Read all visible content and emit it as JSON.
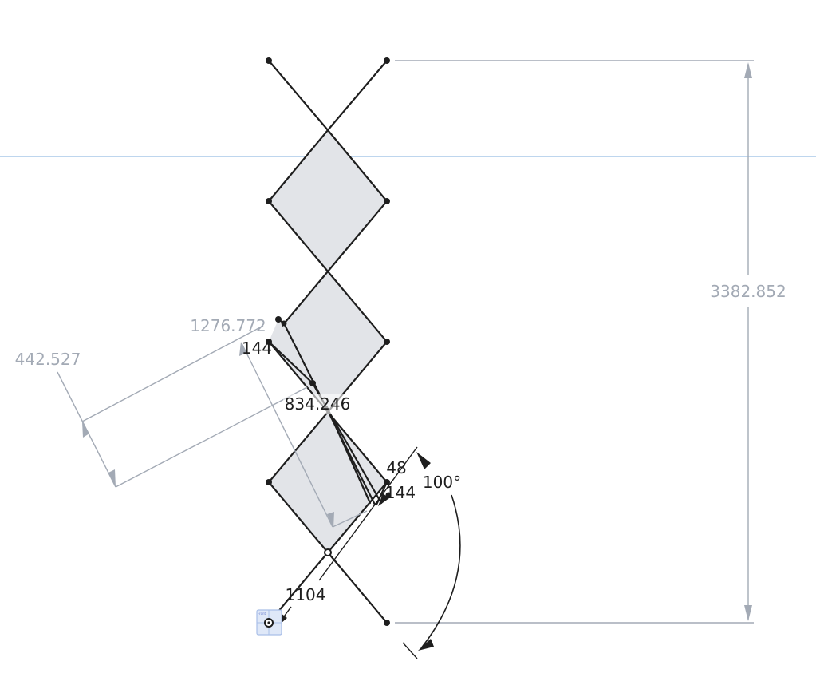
{
  "sketch": {
    "dimensions": {
      "overall_height": "3382.852",
      "offset_left": "442.527",
      "diagonal_length": "1276.772",
      "center_length": "834.246",
      "small_top": "144",
      "small_a": "48",
      "small_b": "144",
      "bottom_length": "1104",
      "angle": "100°"
    },
    "origin_label": "Front",
    "colors": {
      "line": "#1e1e1e",
      "fill": "#e2e4e8",
      "dimension": "#a3aab5",
      "construction": "#a8c8e8"
    }
  }
}
